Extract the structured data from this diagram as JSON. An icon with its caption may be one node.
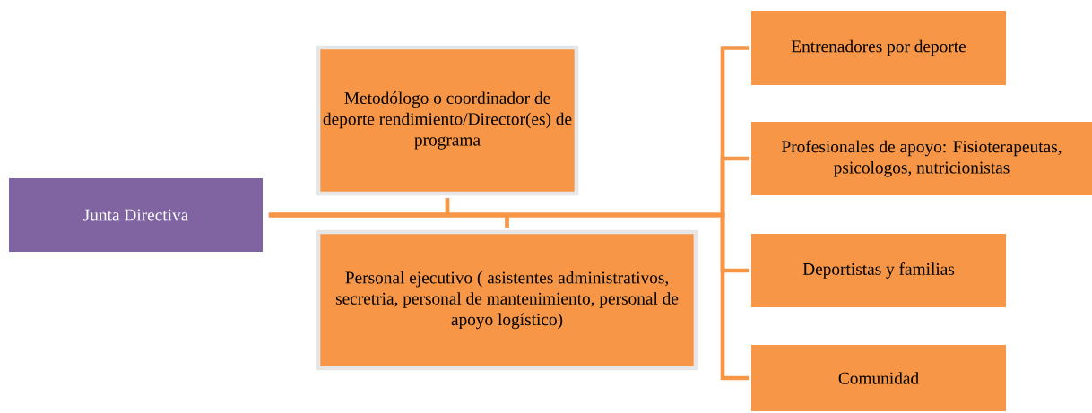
{
  "diagram": {
    "nodes": [
      {
        "text": [
          "Junta Directiva"
        ]
      },
      {
        "text": [
          "Metodólogo o coordinador de deporte rendimiento/Director(es) de programa"
        ]
      },
      {
        "text": [
          "Personal ejecutivo ( asistentes administrativos, secretria, personal de mantenimiento, personal de apoyo logístico)"
        ]
      },
      {
        "text": [
          "Entrenadores por deporte"
        ]
      },
      {
        "text": [
          "Profesionales de apoyo: Fisioterapeutas, psicologos, nutricionistas"
        ]
      },
      {
        "text": [
          "Deportistas  y familias"
        ]
      },
      {
        "text": [
          "Comunidad"
        ]
      }
    ],
    "edges": [
      {
        "from": 0,
        "to": 1,
        "arrow": "none"
      },
      {
        "from": 0,
        "to": 2,
        "arrow": "none"
      },
      {
        "from": 0,
        "to": 3,
        "arrow": "none"
      },
      {
        "from": 0,
        "to": 4,
        "arrow": "none"
      },
      {
        "from": 0,
        "to": 5,
        "arrow": "none"
      },
      {
        "from": 0,
        "to": 6,
        "arrow": "none"
      }
    ]
  }
}
